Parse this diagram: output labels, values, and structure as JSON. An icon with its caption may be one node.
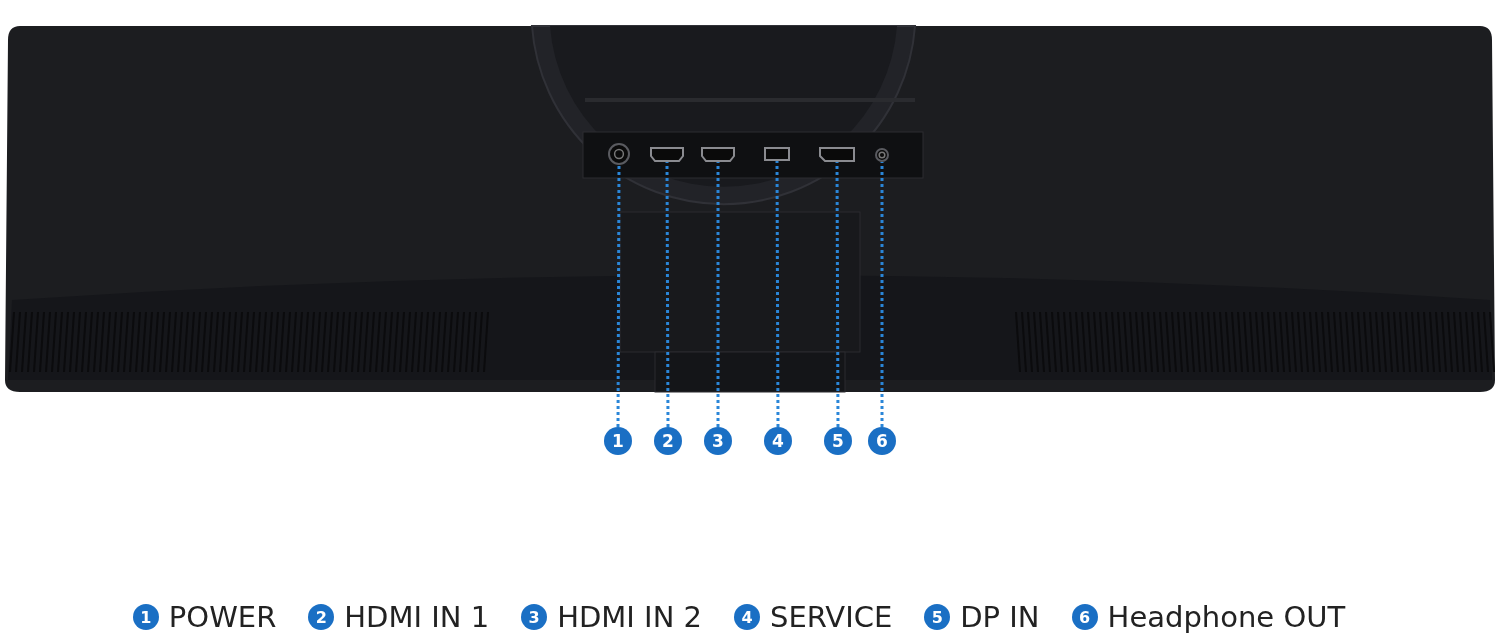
{
  "diagram": {
    "nodes": [
      {
        "text": [],
        "shape": "circle"
      },
      {
        "text": [],
        "shape": "box"
      },
      {
        "text": [],
        "shape": "box"
      },
      {
        "text": [],
        "shape": "box"
      },
      {
        "text": [],
        "shape": "box"
      },
      {
        "text": [],
        "shape": "circle"
      },
      {
        "text": [
          "1"
        ]
      },
      {
        "text": [
          "2"
        ]
      },
      {
        "text": [
          "3"
        ]
      },
      {
        "text": [
          "4"
        ]
      },
      {
        "text": [
          "5"
        ]
      },
      {
        "text": [
          "6"
        ]
      },
      {
        "text": [
          "1"
        ],
        "beside": [
          "POWER"
        ]
      },
      {
        "text": [
          "2"
        ],
        "beside": [
          "HDMI IN 1"
        ]
      },
      {
        "text": [
          "3"
        ],
        "beside": [
          "HDMI IN 2"
        ]
      },
      {
        "text": [
          "4"
        ],
        "beside": [
          "SERVICE"
        ]
      },
      {
        "text": [
          "5"
        ],
        "beside": [
          "DP IN"
        ]
      },
      {
        "text": [
          "6"
        ],
        "beside": [
          "Headphone OUT"
        ]
      }
    ],
    "edges": [
      {
        "from": 6,
        "to": 0,
        "arrow": "none",
        "style": "dashed"
      },
      {
        "from": 7,
        "to": 1,
        "arrow": "none",
        "style": "dashed"
      },
      {
        "from": 8,
        "to": 2,
        "arrow": "none",
        "style": "dashed"
      },
      {
        "from": 9,
        "to": 3,
        "arrow": "none",
        "style": "dashed"
      },
      {
        "from": 10,
        "to": 4,
        "arrow": "none",
        "style": "dashed"
      },
      {
        "from": 11,
        "to": 5,
        "arrow": "none",
        "style": "dashed"
      }
    ]
  }
}
